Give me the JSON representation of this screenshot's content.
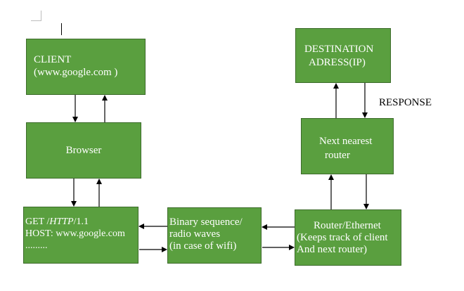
{
  "client": {
    "line1": "CLIENT",
    "line2": "(www.google.com )"
  },
  "browser": {
    "label": "Browser"
  },
  "get_box": {
    "line1_prefix": "GET /",
    "line1_emph": "HTTP",
    "line1_suffix": "/1.1",
    "line2": "HOST: www.google.com",
    "line3": "........."
  },
  "binary": {
    "line1": "Binary sequence/",
    "line2": "radio waves",
    "line3": "(in case of wifi)"
  },
  "router": {
    "line1": "Router/Ethernet",
    "line2": "(Keeps track of client",
    "line3": "And next router)"
  },
  "next_router": {
    "line1": "Next nearest",
    "line2": "router"
  },
  "destination": {
    "line1": "DESTINATION",
    "line2": "ADRESS(IP)"
  },
  "response_label": "RESPONSE",
  "colors": {
    "box_fill": "#5a9f3f",
    "box_border": "#3c6b2a",
    "arrow": "#000000",
    "text_on_box": "#ffffff"
  }
}
